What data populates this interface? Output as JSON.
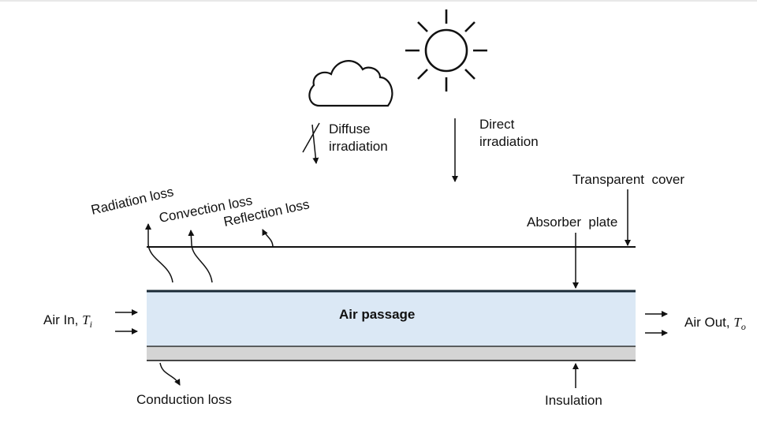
{
  "labels": {
    "diffuse_1": "Diffuse",
    "diffuse_2": "irradiation",
    "direct_1": "Direct",
    "direct_2": "irradiation",
    "radiation_loss": "Radiation loss",
    "convection_loss": "Convection loss",
    "reflection_loss": "Reflection loss",
    "transparent_cover": "Transparent  cover",
    "absorber_plate": "Absorber  plate",
    "air_passage": "Air passage",
    "air_in": "Air In, ",
    "air_in_symbol": "T",
    "air_in_sub": "i",
    "air_out": "Air Out, ",
    "air_out_symbol": "T",
    "air_out_sub": "o",
    "conduction_loss": "Conduction loss",
    "insulation": "Insulation"
  },
  "colors": {
    "air_passage_fill": "#dbe8f5",
    "insulation_fill": "#d4d4d4",
    "line": "#111111",
    "absorber_line": "#1a2a36"
  }
}
